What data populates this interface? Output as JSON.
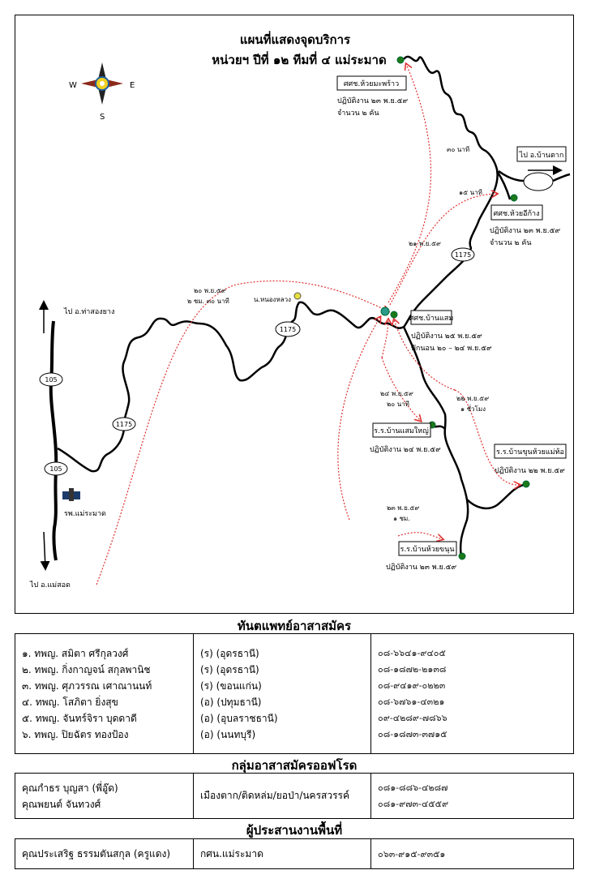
{
  "map": {
    "title1": "แผนที่แสดงจุดบริการ",
    "title2": "หน่วยฯ ปีที่ ๑๒ ทีมที่ ๔  แม่ระมาด",
    "compass": {
      "w": "W",
      "e": "E",
      "s": "S"
    },
    "sites": [
      {
        "name": "ศศช.ห้วยมะพร้าว",
        "line1": "ปฏิบัติงาน ๒๓ พ.ย.๕๙",
        "line2": "จำนวน ๒ คัน"
      },
      {
        "name": "ศศช.ห้วยอีก้าง",
        "line1": "ปฏิบัติงาน ๒๓ พ.ย.๕๙",
        "line2": "จำนวน ๒ คัน"
      },
      {
        "name": "ศศช.บ้านแสม",
        "line1": "ปฏิบัติงาน ๒๕ พ.ย.๕๙",
        "line2": "พักนอน ๒๐ – ๒๔ พ.ย.๕๙"
      },
      {
        "name": "ร.ร.บ้านแสมใหญ่",
        "line1": "ปฏิบัติงาน ๒๔ พ.ย.๕๙"
      },
      {
        "name": "ร.ร.บ้านขุนห้วยแม่ท้อ",
        "line1": "ปฏิบัติงาน ๒๒ พ.ย.๕๙"
      },
      {
        "name": "ร.ร.บ้านห้วยขนุน",
        "line1": "ปฏิบัติงาน ๒๓ พ.ย.๕๙"
      }
    ],
    "directions": {
      "ban_tak": "ไป อ.บ้านตาก",
      "tha_song_yang": "ไป อ.ท่าสองยาง",
      "mae_sot": "ไป อ.แม่สอด"
    },
    "roads": {
      "r1175": "1175",
      "r105": "105"
    },
    "places": {
      "nong_luang": "น.หนองหลวง",
      "hospital": "รพ.แม่ระมาด"
    },
    "routes": [
      {
        "a": "๓๐ นาที"
      },
      {
        "a": "๑๕ นาที"
      },
      {
        "a": "๒๑ พ.ย.๕๙"
      },
      {
        "a": "๒๐ พ.ย.๕๙",
        "b": "๒ ชม. ๓๐ นาที"
      },
      {
        "a": "๒๔ พ.ย.๕๙",
        "b": "๒๐ นาที"
      },
      {
        "a": "๒๒ พ.ย.๕๙",
        "b": "๑ ชั่วโมง"
      },
      {
        "a": "๒๓ พ.ย.๕๙",
        "b": "๑ ชม."
      }
    ]
  },
  "dentists": {
    "title": "ทันตแพทย์อาสาสมัคร",
    "rows": [
      {
        "name": "๑. ทพญ. สมิตา  ศรีกุลวงศ์",
        "org": "(ร) (อุดรธานี)",
        "phone": "๐๘-๖๖๔๑-๙๔๐๕"
      },
      {
        "name": "๒. ทพญ. กิ่งกาญจน์  สกุลพานิช",
        "org": "(ร) (อุดรธานี)",
        "phone": "๐๘-๑๘๗๒-๒๑๓๘"
      },
      {
        "name": "๓. ทพญ. ศุภวรรณ  เศาณานนท์",
        "org": "(ร) (ขอนแก่น)",
        "phone": "๐๘-๙๔๑๙-๐๒๒๓"
      },
      {
        "name": "๔. ทพญ. โสภิตา  ยิ่งสุข",
        "org": "(อ) (ปทุมธานี)",
        "phone": "๐๘-๖๗๖๑-๔๓๒๑"
      },
      {
        "name": "๕. ทพญ. จันทร์จิรา  บุดดาดี",
        "org": "(อ) (อุบลราชธานี)",
        "phone": "๐๙-๔๒๘๙-๗๘๖๖"
      },
      {
        "name": "๖. ทพญ. ปิยฉัตร  ทองป้อง",
        "org": "(อ) (นนทบุรี)",
        "phone": "๐๘-๑๘๗๓-๓๗๑๕"
      }
    ]
  },
  "offroad": {
    "title": "กลุ่มอาสาสมัครออฟโรด",
    "names": [
      "คุณกำธร  บุญสา (พี่อู๊ด)",
      "คุณพยนต์  จันทวงศ์"
    ],
    "area": "เมืองตาก/ติดหล่ม/ยอป่า/นครสวรรค์",
    "phones": [
      "๐๘๑-๘๘๖-๔๒๘๗",
      "๐๘๑-๙๗๓-๔๕๕๙"
    ]
  },
  "coordinator": {
    "title": "ผู้ประสานงานพื้นที่",
    "name": "คุณประเสริฐ  ธรรมตันสกุล (ครูแดง)",
    "org": "กศน.แม่ระมาด",
    "phone": "๐๖๓-๙๑๕-๙๓๕๑"
  }
}
